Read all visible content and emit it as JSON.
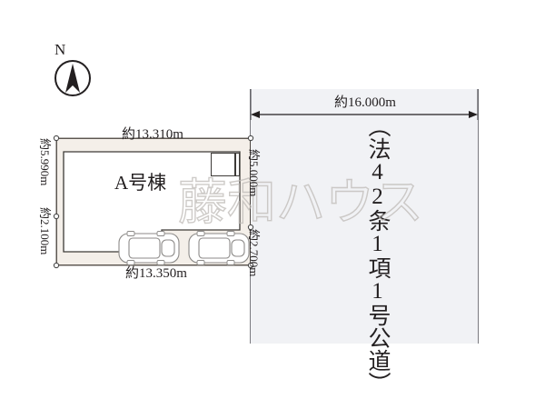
{
  "figure": {
    "kind": "property-site-plan",
    "compass": {
      "label": "N",
      "name": "north-arrow"
    },
    "watermark": "藤和ハウス"
  },
  "plot": {
    "building_label": "A号棟",
    "dimensions": {
      "top": "約13.310m",
      "bottom": "約13.350m",
      "left_upper": "約5.990m",
      "left_lower": "約2.100m",
      "right_upper": "約5.000m",
      "right_lower": "約2.700m"
    },
    "parking_spaces": 2
  },
  "road": {
    "width_label": "約16.000m",
    "classification": "（法42条1項1号公道）"
  },
  "colors": {
    "plot_fill": "#f4efe9",
    "road_fill": "#f1f2f5",
    "line": "#4d4742",
    "road_line": "#7b7b80",
    "text": "#231f20"
  }
}
